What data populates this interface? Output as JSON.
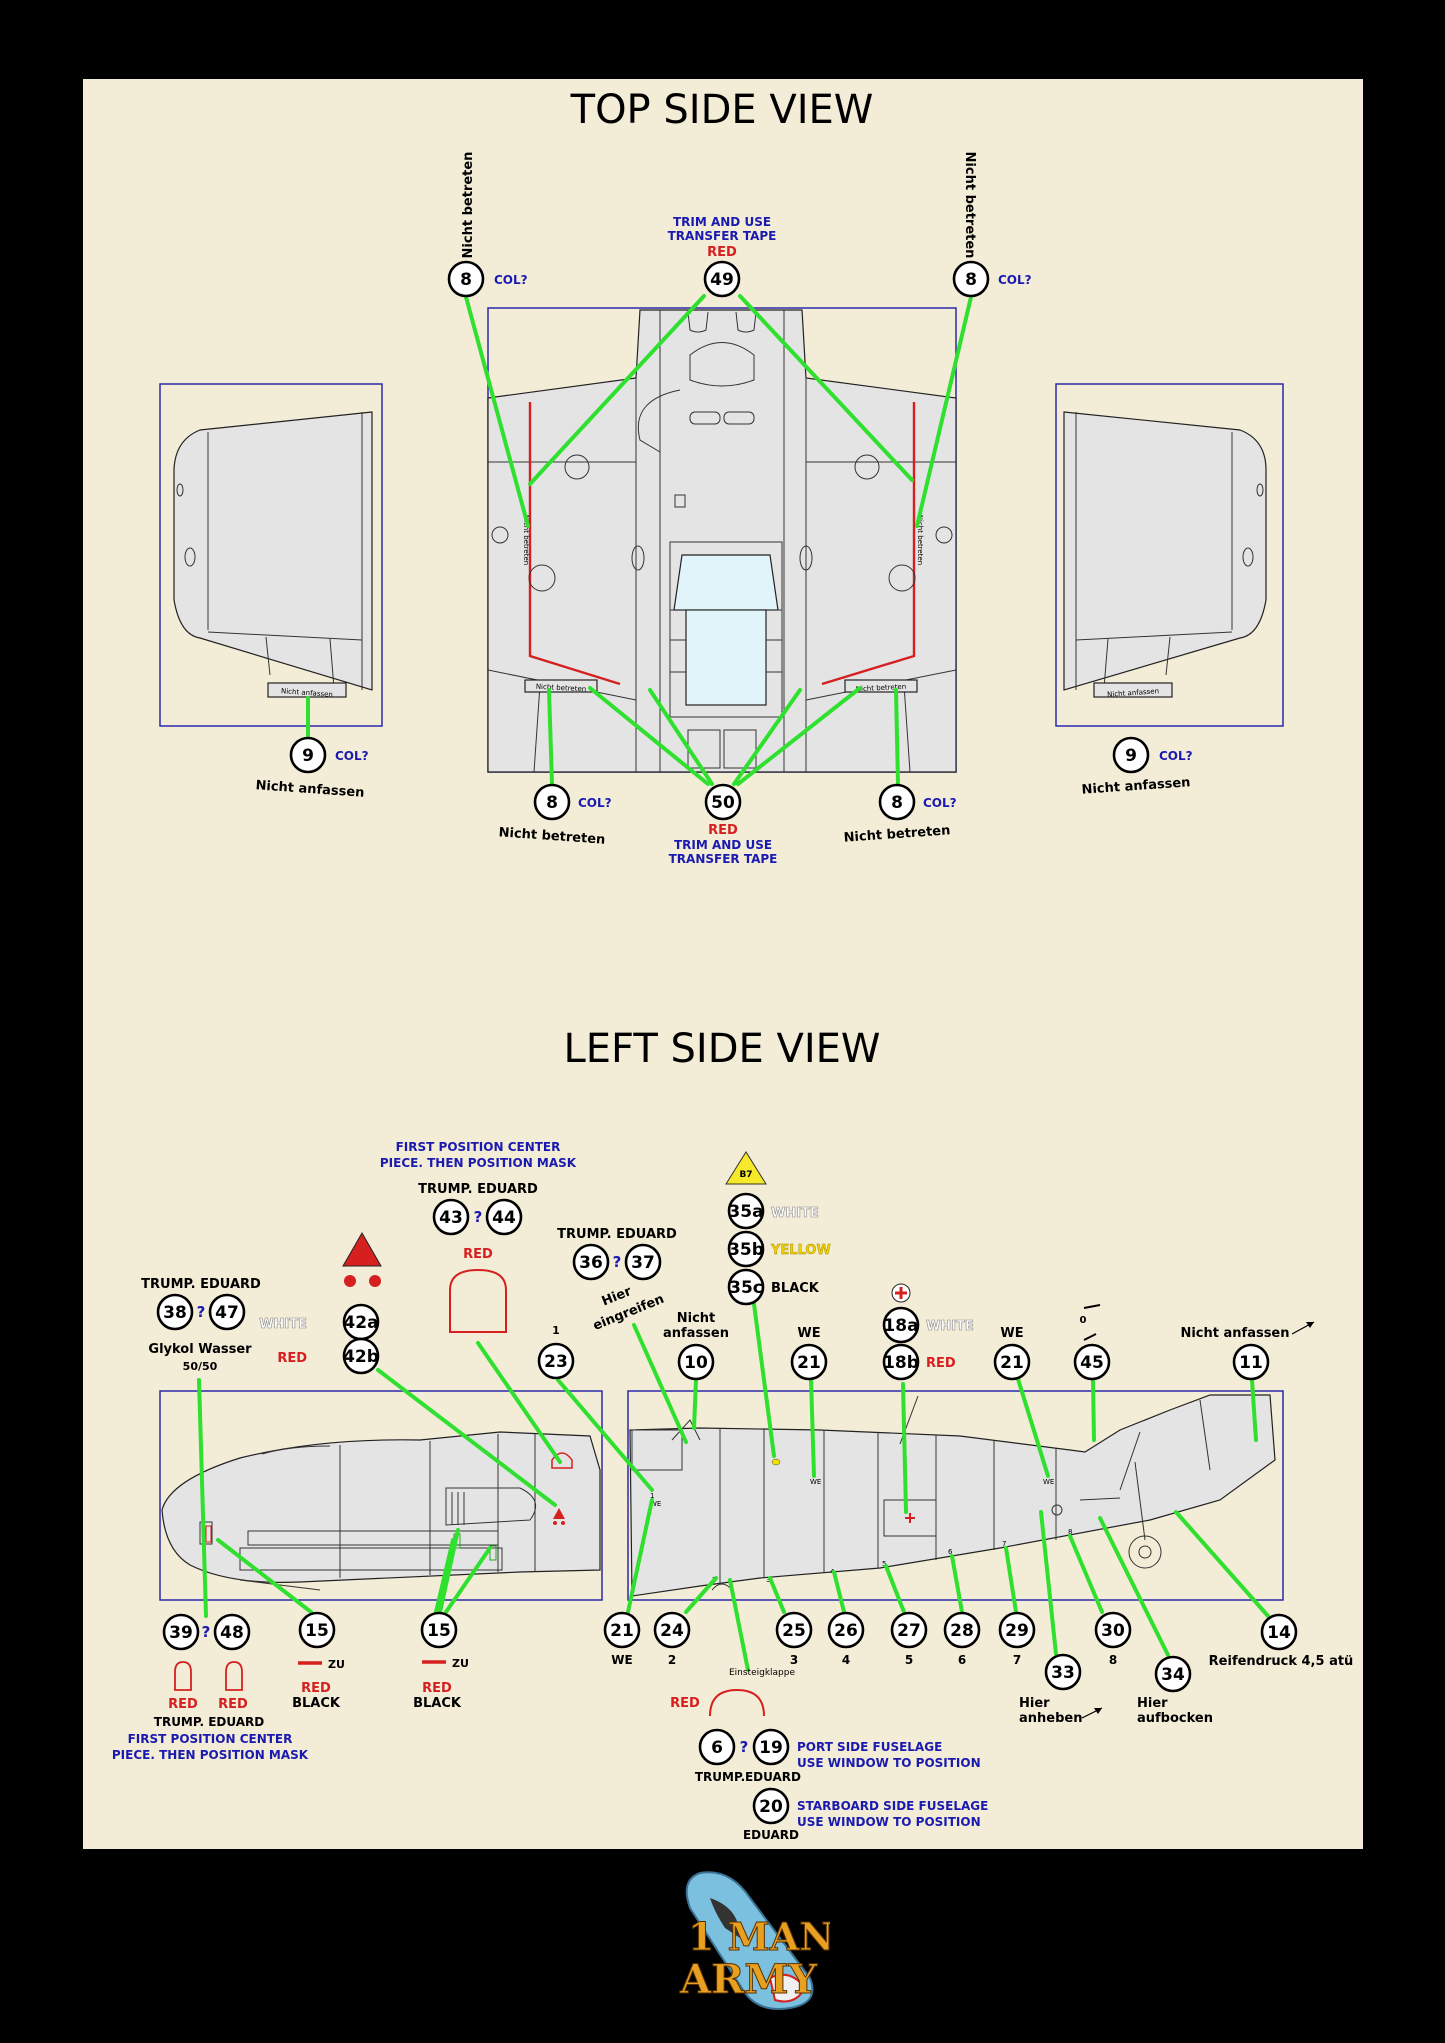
{
  "titles": {
    "top": "TOP SIDE VIEW",
    "left": "LEFT SIDE VIEW"
  },
  "colors": {
    "leader": "#2fe02f",
    "frame": "#2a2aa8",
    "background": "#f3ecd6",
    "red_text": "#d62020",
    "blue_text": "#1a1ab0"
  },
  "top": {
    "callouts": [
      "8",
      "49",
      "8",
      "9",
      "8",
      "50",
      "8",
      "9"
    ],
    "col": "COL?",
    "nicht_betreten": "Nicht betreten",
    "nicht_anfassen": "Nicht anfassen",
    "trim_1": "TRIM AND USE",
    "trim_2": "TRANSFER TAPE",
    "red": "RED",
    "small_nicht_betreten": "Nicht betreten",
    "small_nicht_anfassen": "Nicht anfassen"
  },
  "left": {
    "callouts": [
      "38",
      "47",
      "42a",
      "42b",
      "43",
      "44",
      "36",
      "37",
      "35a",
      "35b",
      "35c",
      "23",
      "10",
      "21",
      "18a",
      "18b",
      "21",
      "45",
      "11",
      "39",
      "48",
      "15",
      "15",
      "21",
      "24",
      "25",
      "26",
      "27",
      "28",
      "29",
      "30",
      "33",
      "34",
      "14",
      "6",
      "19",
      "20"
    ],
    "first_pos_1": "FIRST POSITION CENTER",
    "first_pos_2": "PIECE. THEN POSITION MASK",
    "trump_eduard": "TRUMP.  EDUARD",
    "trump": "TRUMP.",
    "eduard": "EDUARD",
    "q": "?",
    "red": "RED",
    "white": "WHITE",
    "yellow": "YELLOW",
    "black": "BLACK",
    "we": "WE",
    "zu": "ZU",
    "glykol": "Glykol Wasser",
    "ratio": "50/50",
    "b7": "B7",
    "hier_eingreifen_1": "Hier",
    "hier_eingreifen_2": "eingreifen",
    "nicht_anfassen_1": "Nicht",
    "nicht_anfassen_2": "anfassen",
    "nicht_anfassen": "Nicht anfassen",
    "hier_anheben_1": "Hier",
    "hier_anheben_2": "anheben",
    "hier_aufbocken_1": "Hier",
    "hier_aufbocken_2": "aufbocken",
    "reifendruck": "Reifendruck 4,5 atü",
    "einsteigklappe": "Einsteigklappe",
    "stencil_nums": [
      "1",
      "2",
      "3",
      "4",
      "5",
      "6",
      "7",
      "8"
    ],
    "port_1": "PORT SIDE FUSELAGE",
    "port_2": "USE WINDOW TO POSITION",
    "star_1": "STARBOARD SIDE FUSELAGE",
    "star_2": "USE WINDOW TO POSITION"
  },
  "logo": {
    "line1": "1 MAN",
    "line2": "ARMY"
  }
}
